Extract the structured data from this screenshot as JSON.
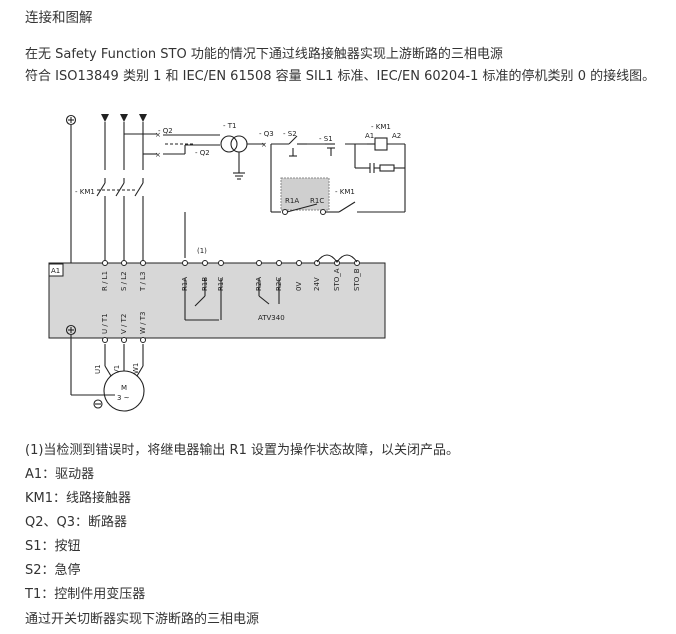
{
  "heading": "连接和图解",
  "intro": [
    "在无 Safety Function STO 功能的情况下通过线路接触器实现上游断路的三相电源",
    "符合 ISO13849 类别 1 和 IEC/EN 61508 容量 SIL1 标准、IEC/EN 60204-1 标准的停机类别 0 的接线图。"
  ],
  "diagram": {
    "labels": {
      "a1": "A1",
      "q2a": "- Q2",
      "q2b": "- Q2",
      "t1": "- T1",
      "q3": "- Q3",
      "s2": "- S2",
      "s1": "- S1",
      "km1_coil": "- KM1",
      "coil_a1": "A1",
      "coil_a2": "A2",
      "km1_aux": "- KM1",
      "r1a_top": "R1A",
      "r1c_top": "R1C",
      "km1_main": "- KM1",
      "note_mark": "(1)",
      "drive": "ATV340",
      "motor_m": "M",
      "motor_phase": "3 ~"
    },
    "terminals_top": [
      "R / L1",
      "S / L2",
      "T / L3",
      "R1A",
      "R1B",
      "R1C",
      "R2A",
      "R2C",
      "0V",
      "24V",
      "STO_A",
      "STO_B"
    ],
    "terminals_bottom": [
      "U / T1",
      "V / T2",
      "W / T3"
    ],
    "motor_leads": [
      "U1",
      "V1",
      "W1"
    ]
  },
  "note": "(1)当检测到错误时，将继电器输出 R1 设置为操作状态故障，以关闭产品。",
  "legend": [
    "A1：驱动器",
    "KM1：线路接触器",
    "Q2、Q3：断路器",
    "S1：按钮",
    "S2：急停",
    "T1：控制件用变压器"
  ],
  "footer": "通过开关切断器实现下游断路的三相电源",
  "colors": {
    "drive_fill": "#d7d7d7",
    "contact_box": "#cfcfcf",
    "text": "#333333"
  }
}
